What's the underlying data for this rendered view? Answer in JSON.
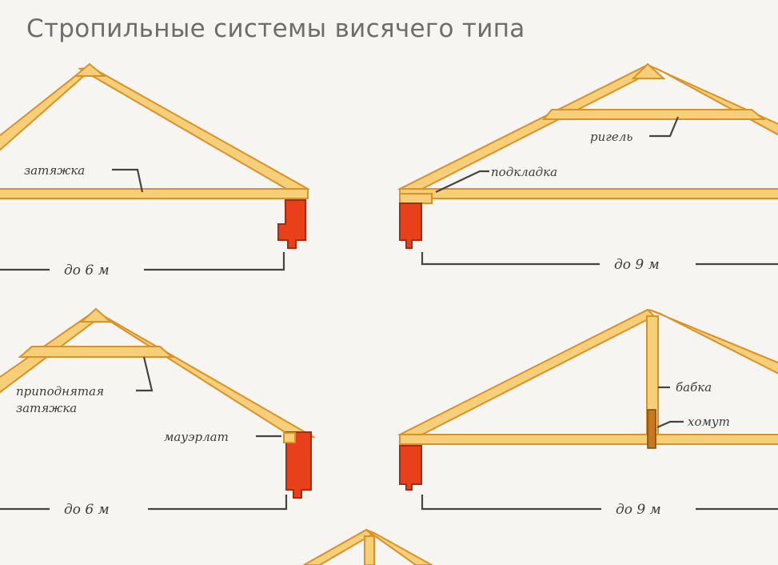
{
  "title": "Стропильные системы висячего типа",
  "colors": {
    "beam_fill": "#f6cf78",
    "beam_edge": "#d9922a",
    "wall_fill": "#e8401a",
    "wall_edge": "#a82a10",
    "line": "#444444",
    "background": "#f6f5f1"
  },
  "diagrams": [
    {
      "labels": [
        "затяжка"
      ],
      "span_label": "до 6 м"
    },
    {
      "labels": [
        "ригель",
        "подкладка"
      ],
      "span_label": "до 9 м"
    },
    {
      "labels": [
        "приподнятая",
        "затяжка",
        "мауэрлат"
      ],
      "span_label": "до 6 м"
    },
    {
      "labels": [
        "бабка",
        "хомут"
      ],
      "span_label": "до 9 м"
    }
  ]
}
